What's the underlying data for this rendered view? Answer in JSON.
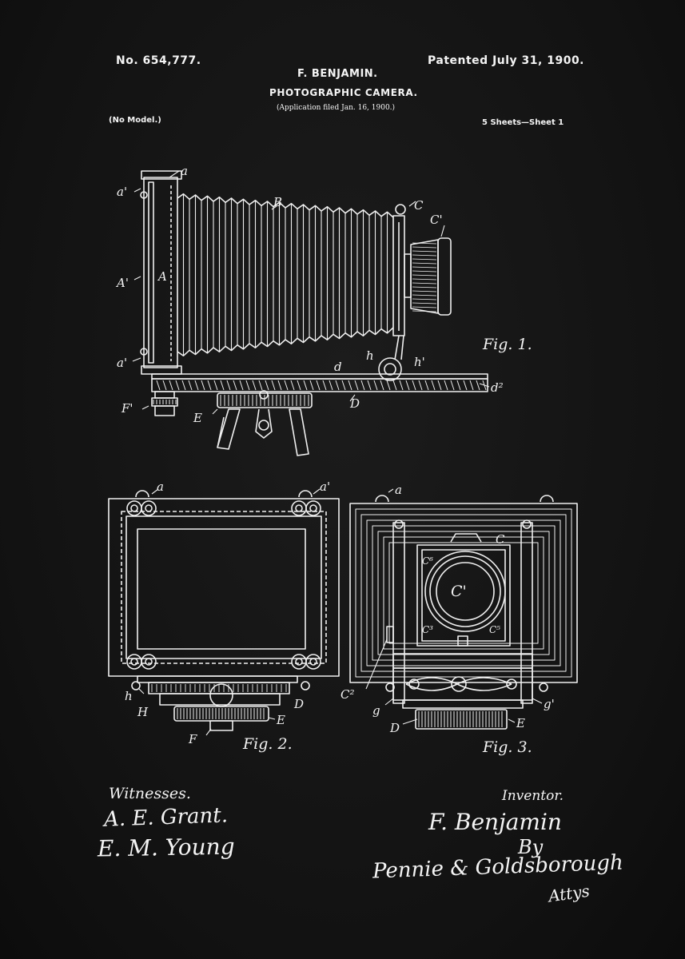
{
  "header": {
    "patent_number": "No. 654,777.",
    "patented_date": "Patented July 31, 1900.",
    "inventor_name": "F. BENJAMIN.",
    "title": "PHOTOGRAPHIC CAMERA.",
    "application": "(Application filed Jan. 16, 1900.)",
    "model_note": "(No Model.)",
    "sheet_info": "5 Sheets—Sheet 1"
  },
  "figures": {
    "fig1": {
      "caption": "Fig. 1.",
      "labels": {
        "a_top": "a",
        "a1_top": "a'",
        "B": "B",
        "C": "C",
        "C1": "C'",
        "A1": "A'",
        "A": "A",
        "a1_bottom": "a'",
        "h": "h",
        "h1": "h'",
        "d": "d",
        "d2": "d²",
        "F1": "F'",
        "E": "E",
        "D": "D"
      }
    },
    "fig2": {
      "caption": "Fig. 2.",
      "labels": {
        "a": "a",
        "a1": "a'",
        "h": "h",
        "H": "H",
        "D": "D",
        "E": "E",
        "F": "F"
      }
    },
    "fig3": {
      "caption": "Fig. 3.",
      "labels": {
        "a": "a",
        "C": "C",
        "C1": "C'",
        "C6": "C⁶",
        "C3": "C³",
        "C5": "C⁵",
        "C2": "C²",
        "g": "g",
        "g1": "g'",
        "D": "D",
        "E": "E"
      }
    }
  },
  "witnesses": {
    "heading": "Witnesses.",
    "names": [
      "A. E. Grant.",
      "E. M. Young"
    ]
  },
  "inventor_block": {
    "heading": "Inventor.",
    "signature": "F. Benjamin",
    "by": "By",
    "attorneys": "Pennie & Goldsborough",
    "attys_abbr": "Attys"
  },
  "colors": {
    "background": "#151515",
    "ink": "#f2f2f2"
  }
}
